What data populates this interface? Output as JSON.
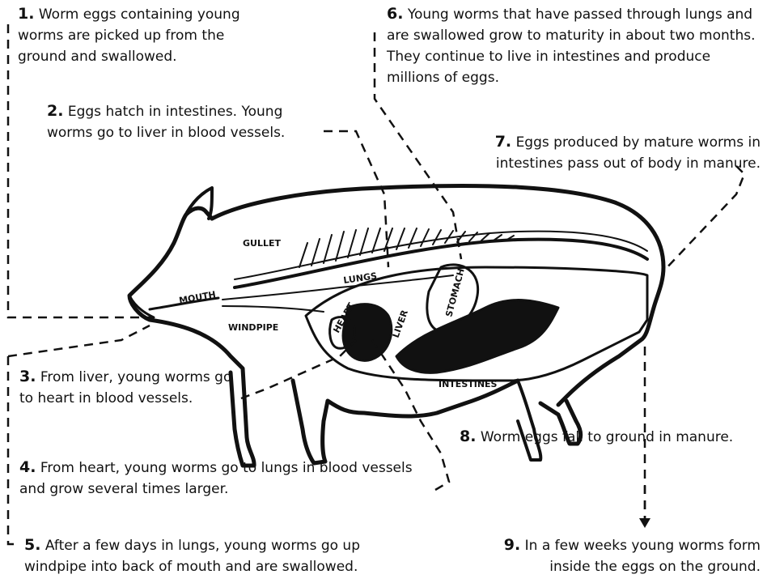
{
  "steps": [
    {
      "num": "1.",
      "text": "Worm eggs containing young worms are picked up from the ground and swallowed."
    },
    {
      "num": "2.",
      "text": "Eggs hatch in intestines. Young worms go to liver in blood vessels."
    },
    {
      "num": "3.",
      "text": "From liver, young worms go to heart in blood vessels."
    },
    {
      "num": "4.",
      "text": "From heart, young worms go to lungs in blood vessels and grow several times larger."
    },
    {
      "num": "5.",
      "text": "After a few days in lungs, young worms go up windpipe into back of mouth and are swallowed."
    },
    {
      "num": "6.",
      "text": "Young worms that have passed through lungs and are swallowed grow to maturity in about two months. They continue to live in intestines and produce millions of eggs."
    },
    {
      "num": "7.",
      "text": "Eggs produced by mature worms in intestines pass out of body in manure."
    },
    {
      "num": "8.",
      "text": "Worm eggs fall to ground in manure."
    },
    {
      "num": "9.",
      "text": "In a few weeks young worms form inside the eggs on the ground."
    }
  ],
  "organ_labels": {
    "gullet": "GULLET",
    "mouth": "MOUTH",
    "windpipe": "WINDPIPE",
    "lungs": "LUNGS",
    "heart": "HEART",
    "liver": "LIVER",
    "stomach": "STOMACH",
    "intestines": "INTESTINES"
  }
}
